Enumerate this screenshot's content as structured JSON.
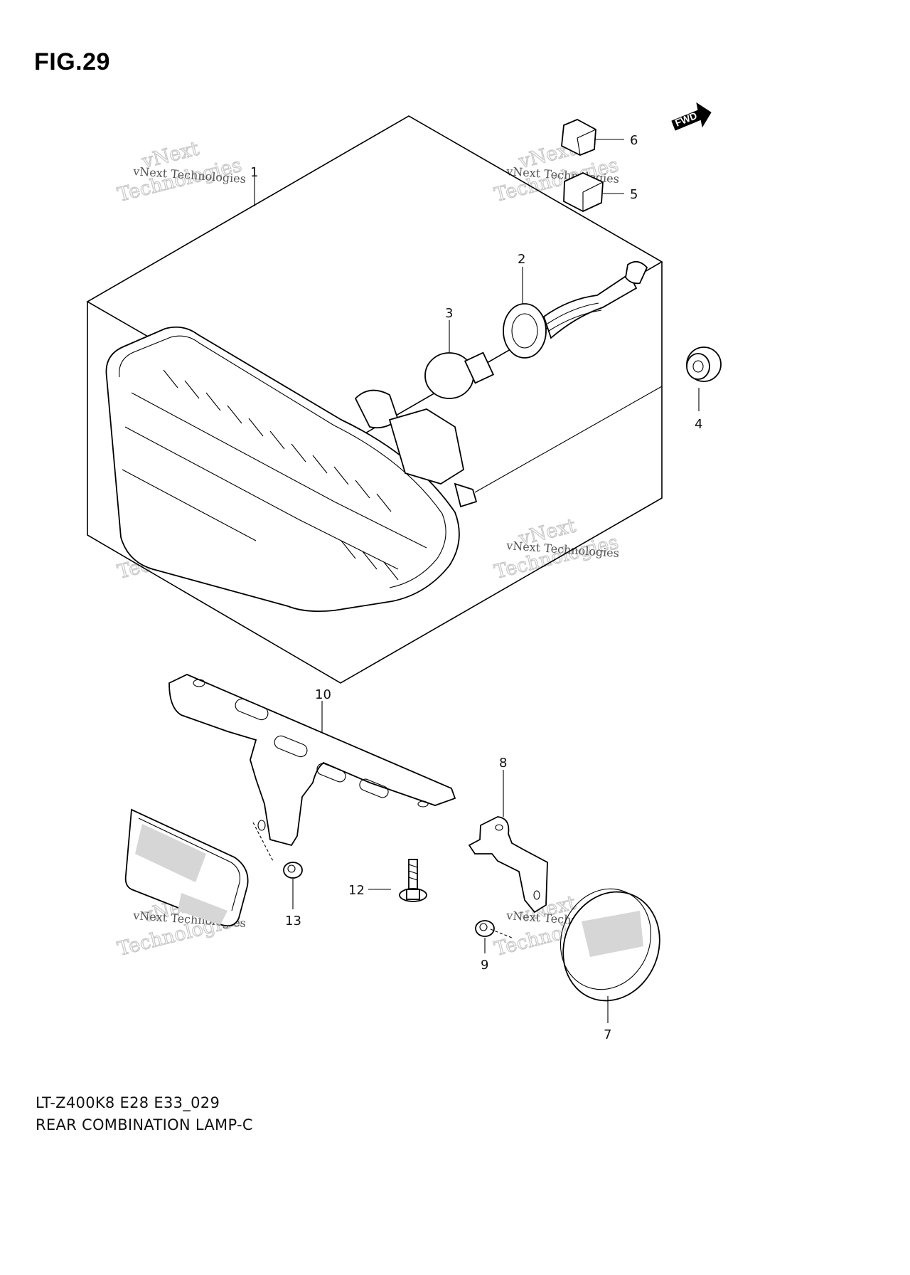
{
  "figure": {
    "title": "FIG.29",
    "model_code": "LT-Z400K8 E28 E33_029",
    "caption": "REAR COMBINATION LAMP-C",
    "fwd_label": "FWD"
  },
  "callouts": [
    {
      "id": "1",
      "label": "1"
    },
    {
      "id": "2",
      "label": "2"
    },
    {
      "id": "3",
      "label": "3"
    },
    {
      "id": "4",
      "label": "4"
    },
    {
      "id": "5",
      "label": "5"
    },
    {
      "id": "6",
      "label": "6"
    },
    {
      "id": "7",
      "label": "7"
    },
    {
      "id": "8",
      "label": "8"
    },
    {
      "id": "9",
      "label": "9"
    },
    {
      "id": "10",
      "label": "10"
    },
    {
      "id": "12",
      "label": "12"
    },
    {
      "id": "13",
      "label": "13"
    }
  ],
  "watermark": {
    "line_small": "vNext Technologies",
    "word_a": "vNext",
    "word_b": "Technologies"
  }
}
